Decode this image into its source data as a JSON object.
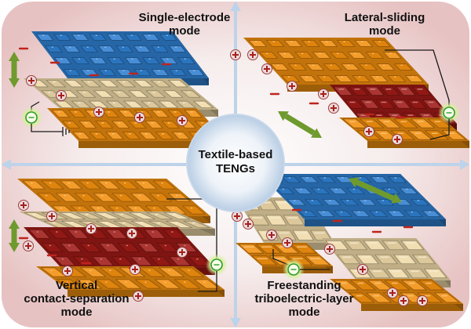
{
  "center": {
    "line1": "Textile-based",
    "line2": "TENGs"
  },
  "modes": {
    "single_electrode": {
      "line1": "Single-electrode",
      "line2": "mode"
    },
    "lateral_sliding": {
      "line1": "Lateral-sliding",
      "line2": "mode"
    },
    "vertical_contact": {
      "line1": "Vertical",
      "line2": "contact-separation",
      "line3": "mode"
    },
    "freestanding": {
      "line1": "Freestanding",
      "line2": "triboelectric-layer",
      "line3": "mode"
    }
  },
  "colors": {
    "quadrant_bg": "#ecc9c9",
    "fabric_blue": "#2f7fd0",
    "fabric_cream": "#efd9a8",
    "fabric_orange": "#f2900e",
    "fabric_red": "#9e1a16",
    "arrow_green": "#6f9a2e",
    "charge_badge": "#eadada"
  }
}
